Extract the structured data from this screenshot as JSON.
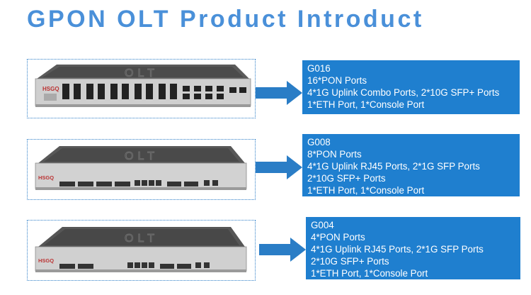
{
  "title": "GPON OLT Product Introduct",
  "colors": {
    "title": "#4a90d9",
    "box": "#1f7fcf",
    "arrow": "#2a7dc6",
    "frame": "#2f7fc8"
  },
  "products": [
    {
      "model": "G016",
      "lines": [
        "16*PON Ports",
        "4*1G Uplink Combo Ports, 2*10G SFP+ Ports",
        "1*ETH Port, 1*Console Port"
      ],
      "logo": "HSGQ"
    },
    {
      "model": "G008",
      "lines": [
        "8*PON Ports",
        "4*1G Uplink RJ45 Ports, 2*1G SFP Ports",
        "2*10G SFP+ Ports",
        "1*ETH Port, 1*Console Port"
      ],
      "logo": "HSGQ"
    },
    {
      "model": "G004",
      "lines": [
        "4*PON Ports",
        "4*1G Uplink RJ45 Ports, 2*1G SFP Ports",
        "2*10G SFP+ Ports",
        "1*ETH Port, 1*Console Port"
      ],
      "logo": "HSGQ"
    }
  ]
}
